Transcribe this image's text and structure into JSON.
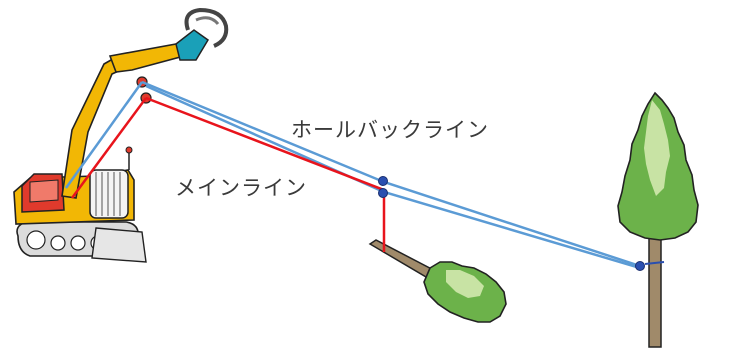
{
  "labels": {
    "holdback_line": "ホールバックライン",
    "main_line": "メインライン"
  },
  "colors": {
    "main_line": "#e8141c",
    "holdback_line": "#5b9bd5",
    "excavator_body": "#f2b705",
    "excavator_cab": "#e03a2c",
    "grapple": "#1aa0b8",
    "tree_foliage": "#6cb24a",
    "tree_highlight": "#c8e3a4",
    "trunk": "#a08a6a",
    "block": "#2a4fb0"
  },
  "icons": [
    "excavator",
    "grapple",
    "standing-tree",
    "felled-tree",
    "pulley-block",
    "anchor-strap"
  ]
}
